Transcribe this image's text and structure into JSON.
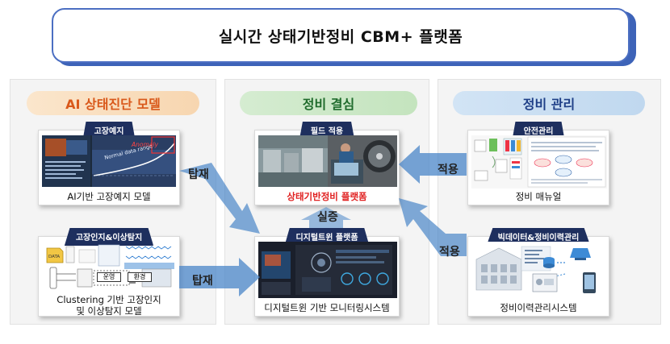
{
  "title": "실시간 상태기반정비 CBM+ 플랫폼",
  "panels": {
    "left": {
      "header": "AI 상태진단 모델",
      "cards": [
        {
          "tab": "고장예지",
          "caption": "AI기반 고장예지 모델",
          "chart_labels": {
            "normal": "Normal data range",
            "anomaly": "Anomaly"
          }
        },
        {
          "tab": "고장인지&이상탐지",
          "caption_line1": "Clustering 기반 고장인지",
          "caption_line2": "및 이상탐지 모델",
          "boxes": {
            "ops": "운영",
            "env": "환경"
          }
        }
      ]
    },
    "middle": {
      "header": "정비 결심",
      "cards": [
        {
          "tab": "필드 적용",
          "caption": "상태기반정비 플랫폼"
        },
        {
          "tab": "디지털트윈 플랫폼",
          "caption": "디지털트윈 기반 모니터링시스템"
        }
      ],
      "verify_label": "실증"
    },
    "right": {
      "header": "정비 관리",
      "cards": [
        {
          "tab": "안전관리",
          "caption": "정비 매뉴얼"
        },
        {
          "tab": "빅데이터&정비이력관리",
          "caption": "정비이력관리시스템"
        }
      ]
    }
  },
  "arrows": {
    "mount_top": "탑재",
    "mount_bottom": "탑재",
    "apply_top": "적용",
    "apply_bottom": "적용"
  },
  "colors": {
    "arrow_blue": "#4a86c8",
    "title_border": "#4c6fc2",
    "tab_navy": "#1e2f5e",
    "accent_red": "#e02020"
  }
}
